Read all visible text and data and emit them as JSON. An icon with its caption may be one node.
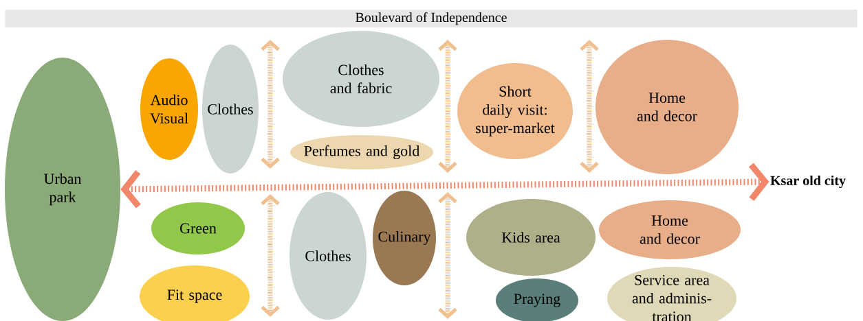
{
  "diagram": {
    "nodes": [
      {
        "text": [
          "Boulevard of Independence"
        ]
      },
      {
        "text": [
          "Urban park"
        ]
      },
      {
        "text": [
          "Audio Visual"
        ]
      },
      {
        "text": [
          "Clothes"
        ]
      },
      {
        "text": [
          "Clothes and fabric"
        ]
      },
      {
        "text": [
          "Perfumes and gold"
        ]
      },
      {
        "text": [
          "Short daily visit: super-market"
        ]
      },
      {
        "text": [
          "Home and decor"
        ]
      },
      {
        "text": [
          "Green"
        ]
      },
      {
        "text": [
          "Fit space"
        ]
      },
      {
        "text": [
          "Clothes"
        ]
      },
      {
        "text": [
          "Culinary"
        ]
      },
      {
        "text": [
          "Kids area"
        ]
      },
      {
        "text": [
          "Praying"
        ]
      },
      {
        "text": [
          "Home and decor"
        ]
      },
      {
        "text": [
          "Service area and adminis-tration"
        ]
      },
      {
        "text": [
          "Ksar old city"
        ]
      }
    ],
    "edges": [
      {
        "from": 1,
        "to": 16,
        "arrow": "both"
      }
    ]
  }
}
